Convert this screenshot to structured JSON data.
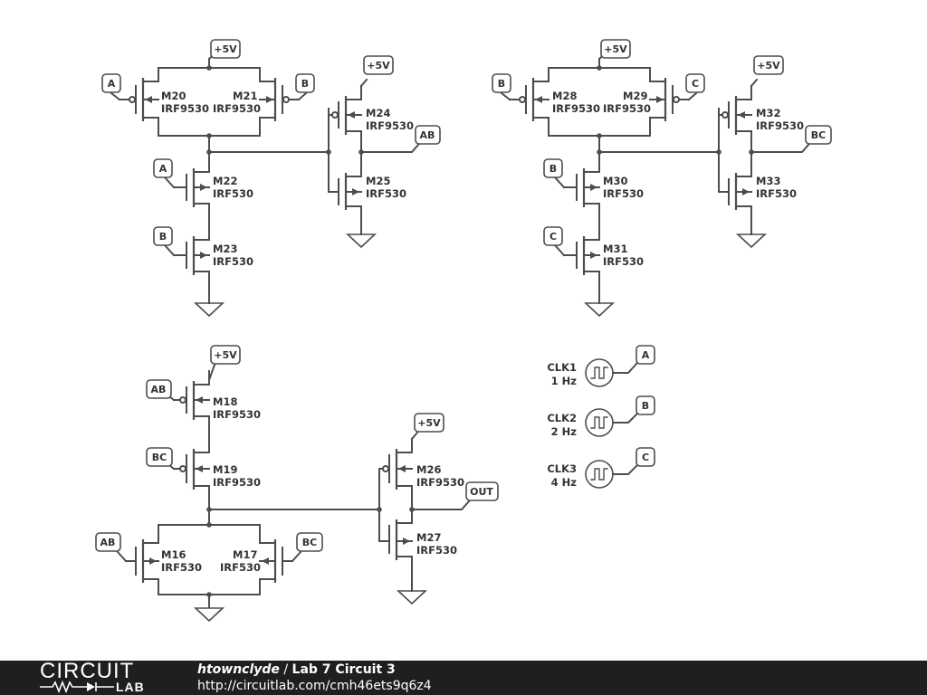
{
  "components": {
    "M16": {
      "name": "M16",
      "model": "IRF530"
    },
    "M17": {
      "name": "M17",
      "model": "IRF530"
    },
    "M18": {
      "name": "M18",
      "model": "IRF9530"
    },
    "M19": {
      "name": "M19",
      "model": "IRF9530"
    },
    "M20": {
      "name": "M20",
      "model": "IRF9530"
    },
    "M21": {
      "name": "M21",
      "model": "IRF9530"
    },
    "M22": {
      "name": "M22",
      "model": "IRF530"
    },
    "M23": {
      "name": "M23",
      "model": "IRF530"
    },
    "M24": {
      "name": "M24",
      "model": "IRF9530"
    },
    "M25": {
      "name": "M25",
      "model": "IRF530"
    },
    "M26": {
      "name": "M26",
      "model": "IRF9530"
    },
    "M27": {
      "name": "M27",
      "model": "IRF530"
    },
    "M28": {
      "name": "M28",
      "model": "IRF9530"
    },
    "M29": {
      "name": "M29",
      "model": "IRF9530"
    },
    "M30": {
      "name": "M30",
      "model": "IRF530"
    },
    "M31": {
      "name": "M31",
      "model": "IRF530"
    },
    "M32": {
      "name": "M32",
      "model": "IRF9530"
    },
    "M33": {
      "name": "M33",
      "model": "IRF530"
    },
    "CLK1": {
      "name": "CLK1",
      "freq": "1 Hz"
    },
    "CLK2": {
      "name": "CLK2",
      "freq": "2 Hz"
    },
    "CLK3": {
      "name": "CLK3",
      "freq": "4 Hz"
    }
  },
  "nets": {
    "vdd": "+5V",
    "a": "A",
    "b": "B",
    "c": "C",
    "ab": "AB",
    "bc": "BC",
    "out": "OUT"
  },
  "footer": {
    "logo_top": "CIRCUIT",
    "logo_bottom": "LAB",
    "user": "htownclyde",
    "separator": " / ",
    "title": "Lab 7 Circuit 3",
    "url": "http://circuitlab.com/cmh46ets9q6z4"
  },
  "colors": {
    "wire": "#4d4d4d",
    "text": "#333333",
    "footer_bg": "#1f1f1f",
    "footer_text": "#ffffff"
  }
}
